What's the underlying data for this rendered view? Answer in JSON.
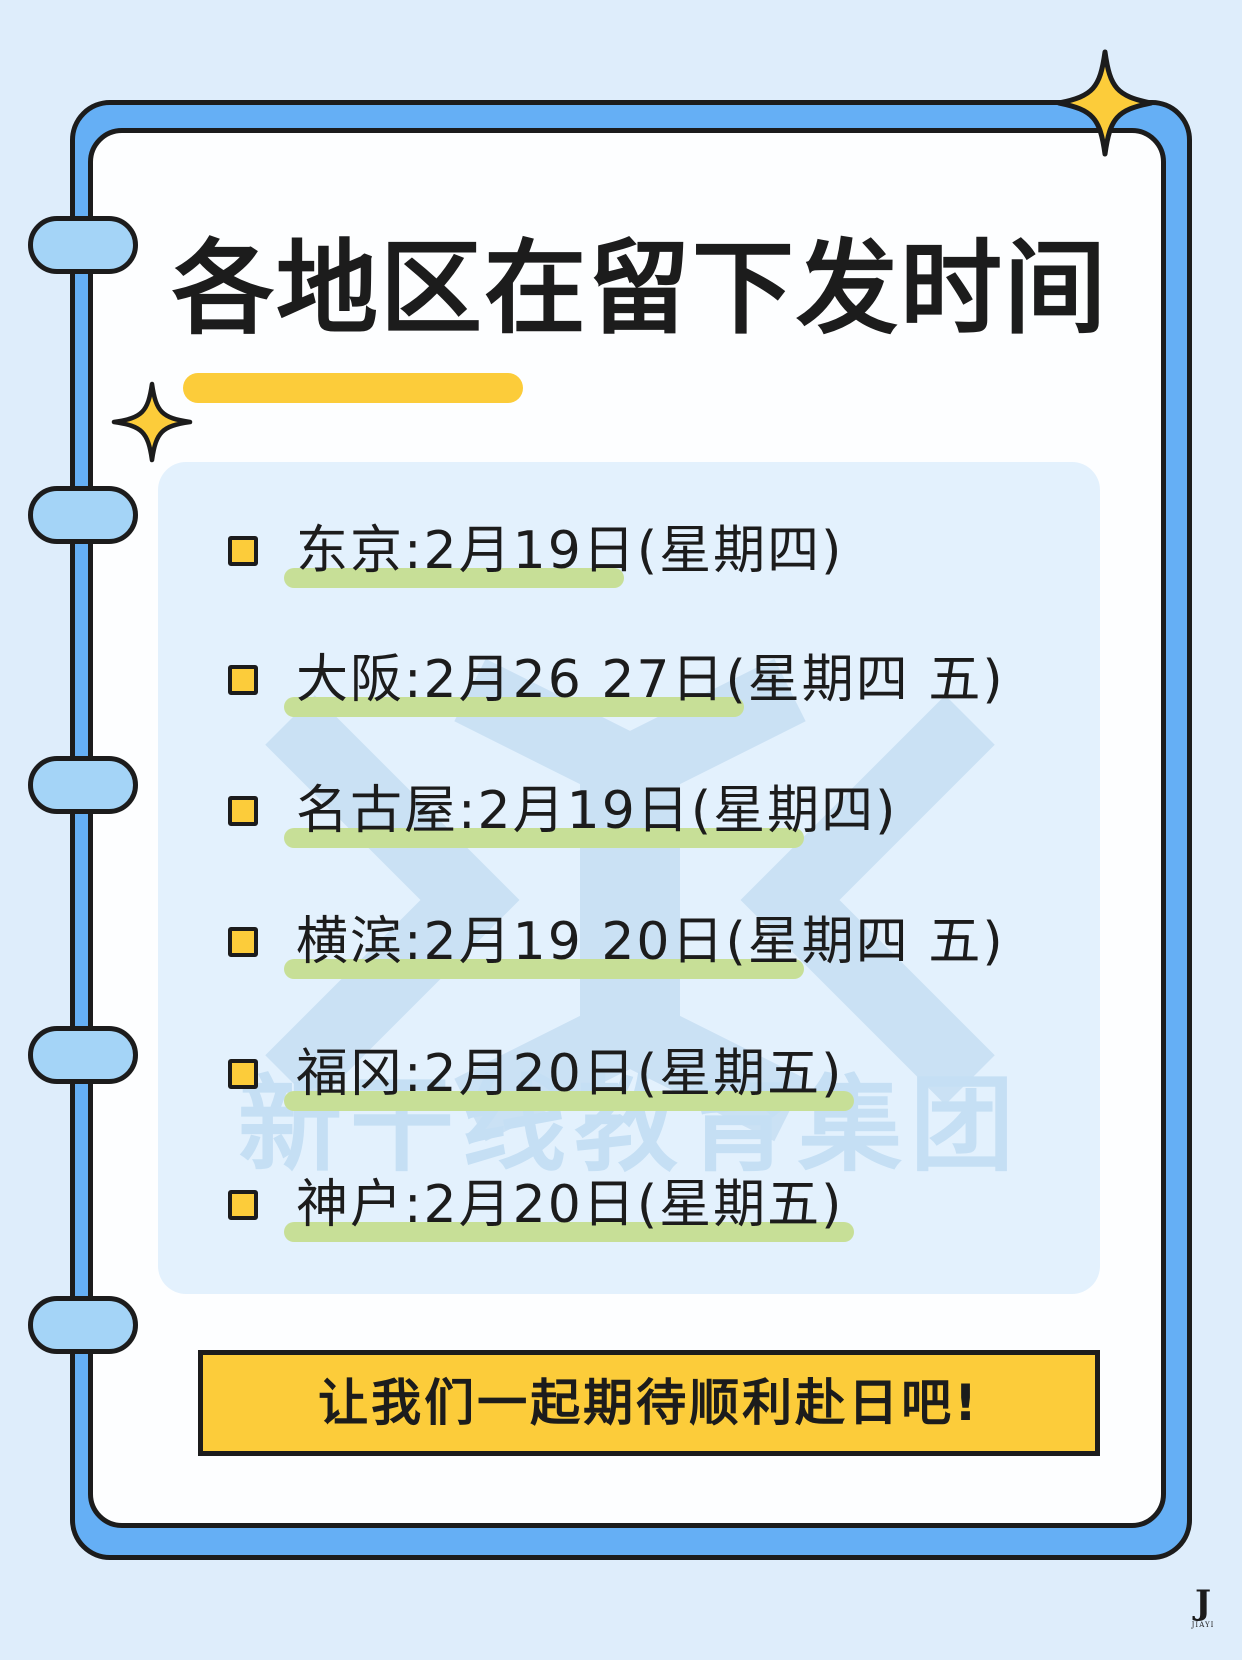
{
  "title": "各地区在留下发时间",
  "schedule": [
    {
      "city": "东京",
      "date": "2月19日",
      "weekday": "(星期四)"
    },
    {
      "city": "大阪",
      "date": "2月26 27日",
      "weekday": "(星期四 五)"
    },
    {
      "city": "名古屋",
      "date": "2月19日",
      "weekday": "(星期四)"
    },
    {
      "city": "横滨",
      "date": "2月19 20日",
      "weekday": "(星期四 五)"
    },
    {
      "city": "福冈",
      "date": "2月20日",
      "weekday": "(星期五)"
    },
    {
      "city": "神户",
      "date": "2月20日",
      "weekday": "(星期五)"
    }
  ],
  "watermark": "新干线教育集团",
  "banner": "让我们一起期待顺利赴日吧!",
  "logo": {
    "mark": "J",
    "sub": "JIAYI"
  },
  "colors": {
    "background": "#deedfb",
    "card_blue": "#65aff5",
    "accent_yellow": "#fccc3a",
    "highlight_green": "#c7df97",
    "ring_blue": "#a4d4f7"
  }
}
